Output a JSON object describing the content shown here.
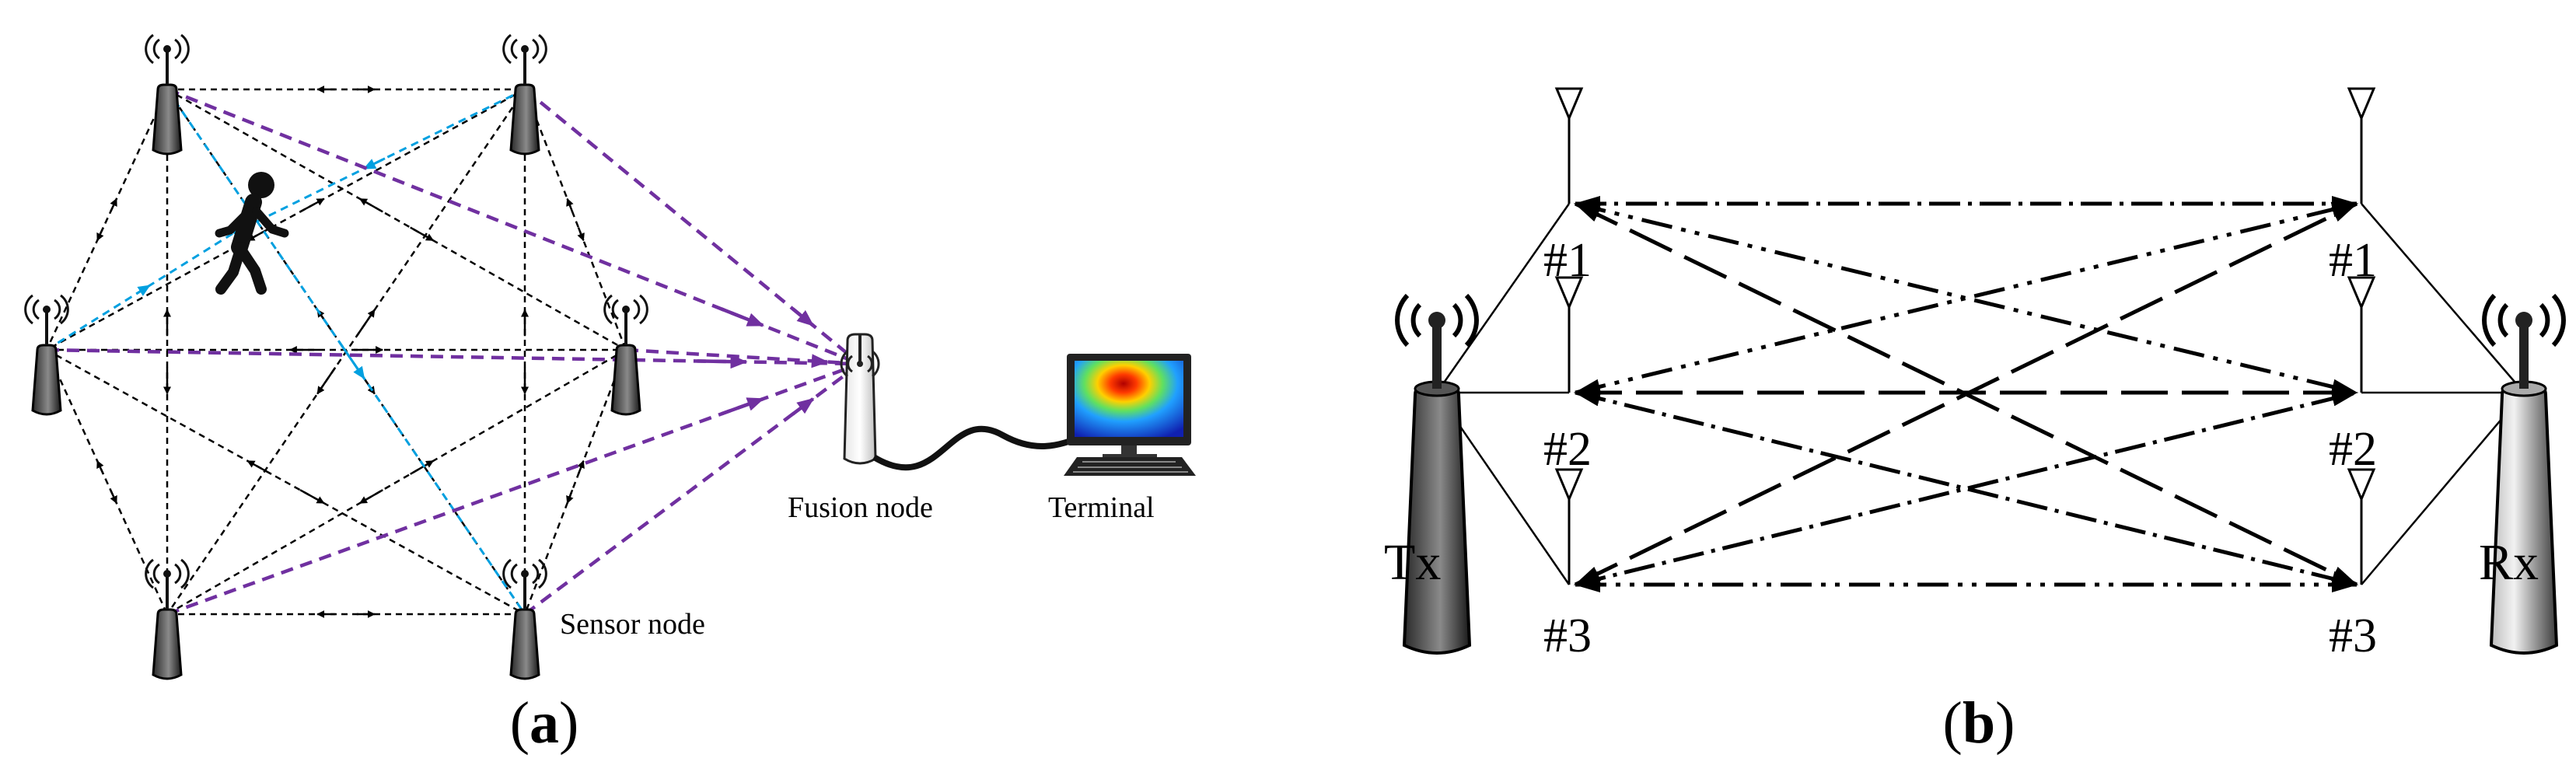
{
  "panel_a": {
    "sensor_node_label": "Sensor node",
    "fusion_node_label": "Fusion node",
    "terminal_label": "Terminal",
    "caption_letter": "a",
    "colors": {
      "sensing_link": "#00a0e0",
      "report_link": "#7030a0",
      "mesh_link": "#000000"
    }
  },
  "panel_b": {
    "tx_label": "Tx",
    "rx_label": "Rx",
    "tx_antennas": [
      "#1",
      "#2",
      "#3"
    ],
    "rx_antennas": [
      "#1",
      "#2",
      "#3"
    ],
    "caption_letter": "b"
  }
}
